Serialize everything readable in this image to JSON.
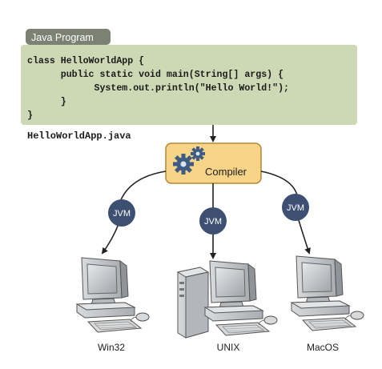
{
  "program_panel": {
    "tab_label": "Java Program",
    "code_lines": [
      "class HelloWorldApp {",
      "      public static void main(String[] args) {",
      "            System.out.println(\"Hello World!\");",
      "      }",
      "}"
    ],
    "filename": "HelloWorldApp.java"
  },
  "compiler": {
    "label": "Compiler"
  },
  "jvm_label": "JVM",
  "targets": [
    {
      "label": "Win32"
    },
    {
      "label": "UNIX"
    },
    {
      "label": "MacOS"
    }
  ],
  "colors": {
    "panel_green": "#cdd8b4",
    "tab_gray": "#7c8173",
    "compiler_yellow": "#f8d489",
    "compiler_border": "#b08a3a",
    "gear_blue": "#3f5d82",
    "jvm_navy": "#3e5071",
    "computer_gray": "#c9cbcd"
  }
}
